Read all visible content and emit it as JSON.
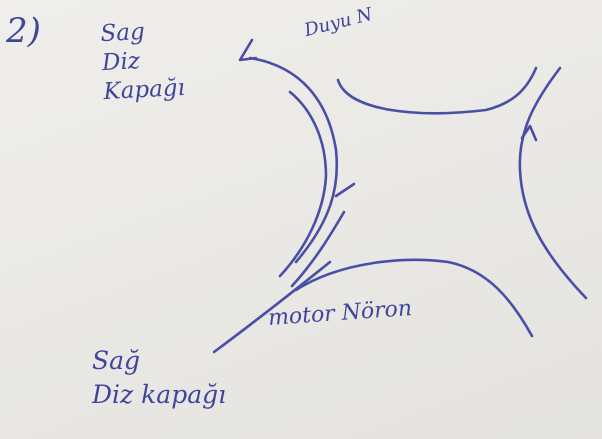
{
  "diagram": {
    "number": "2)",
    "top_left_label": "Sag\nDiz\nKapağı",
    "sensory_nerve_label": "Duyu N",
    "motor_nerve_label": "motor Nöron",
    "bottom_left_label": "Sağ\nDiz kapağı"
  },
  "colors": {
    "ink": "#4a4fa6",
    "paper": "#ecebe7"
  }
}
